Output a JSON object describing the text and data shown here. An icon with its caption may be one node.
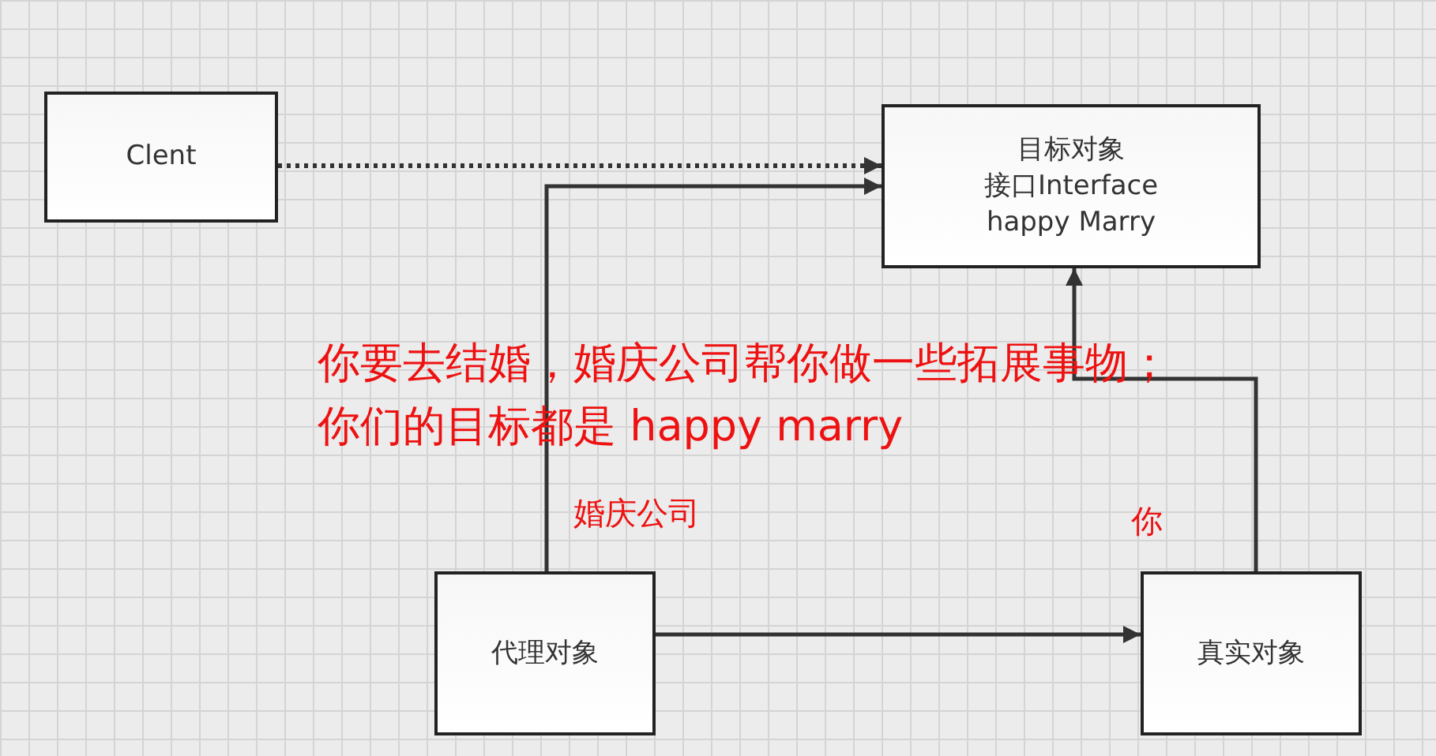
{
  "diagram": {
    "nodes": [
      {
        "text": [
          "Clent"
        ]
      },
      {
        "text": [
          "目标对象",
          "接口Interface",
          "happy Marry"
        ]
      },
      {
        "text": [
          "代理对象"
        ],
        "beside": [
          "婚庆公司"
        ]
      },
      {
        "text": [
          "真实对象"
        ],
        "beside": [
          "你"
        ]
      }
    ],
    "edges": [
      {
        "from": 0,
        "to": 1,
        "arrow": "to",
        "style": "dashed"
      },
      {
        "from": 2,
        "to": 1,
        "arrow": "to"
      },
      {
        "from": 2,
        "to": 3,
        "arrow": "to"
      },
      {
        "from": 3,
        "to": 1,
        "arrow": "to"
      }
    ],
    "labels": [
      "你要去结婚，婚庆公司帮你做一些拓展事物；",
      "你们的目标都是 happy marry"
    ]
  }
}
